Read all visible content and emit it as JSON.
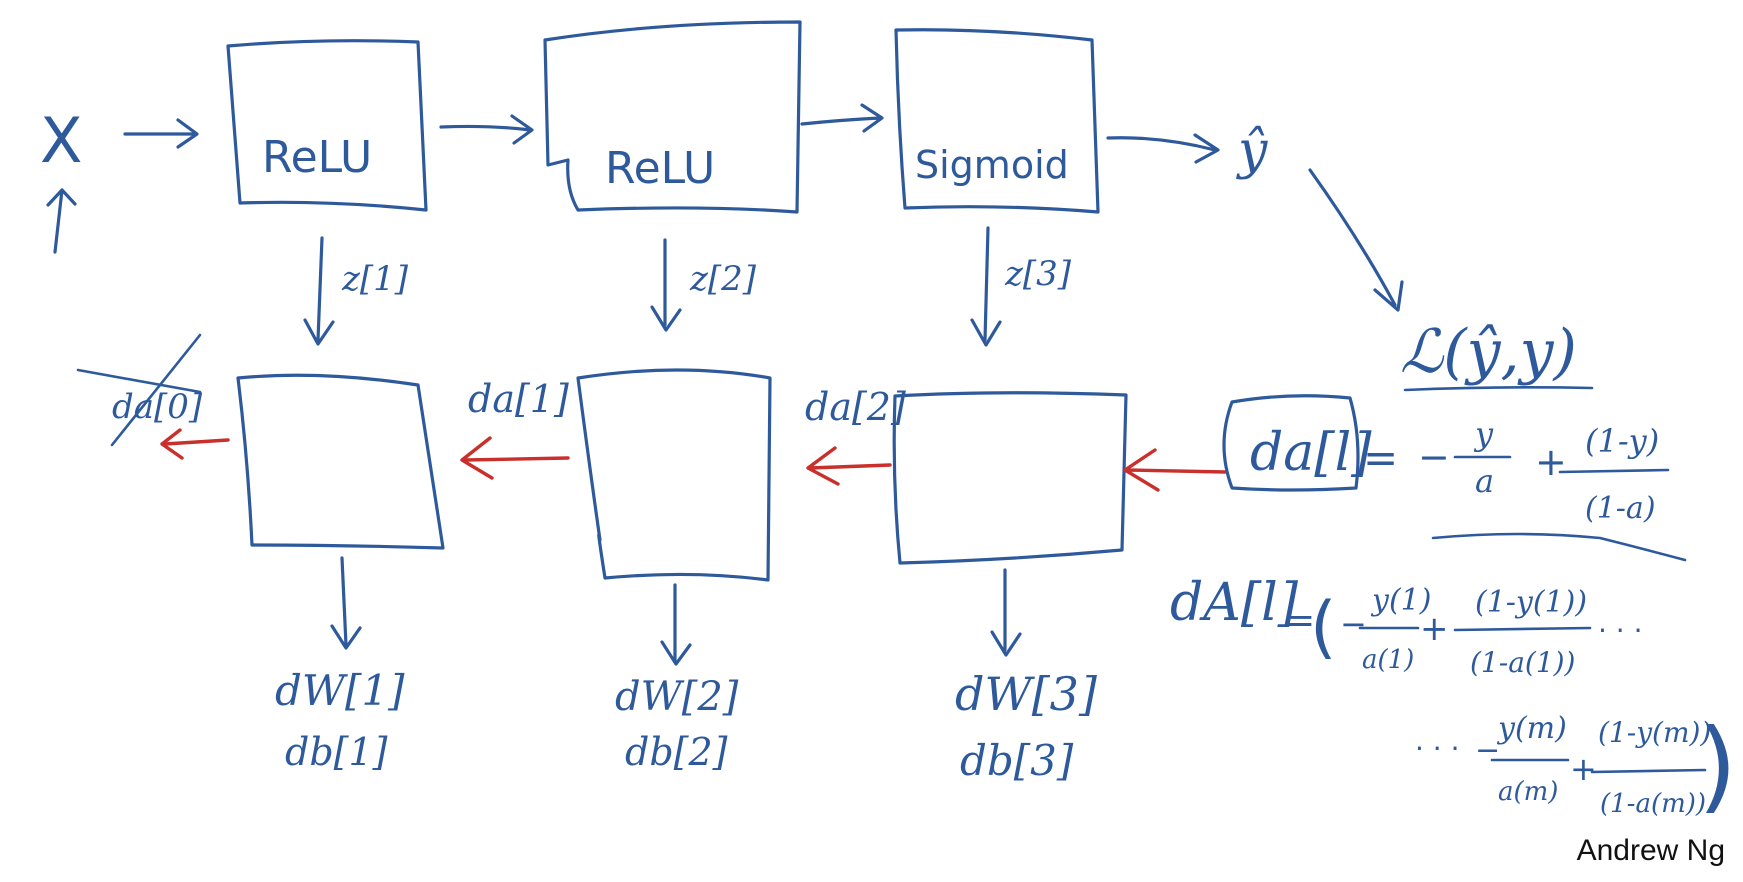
{
  "diagram": {
    "input_label": "X",
    "forward_blocks": [
      {
        "label": "ReLU"
      },
      {
        "label": "ReLU"
      },
      {
        "label": "Sigmoid"
      }
    ],
    "output_label": "ŷ",
    "cache_labels": [
      "z[1]",
      "z[2]",
      "z[3]"
    ],
    "backward_inputs": [
      "da[0]",
      "da[1]",
      "da[2]"
    ],
    "gradient_outputs": [
      {
        "dw": "dW[1]",
        "db": "db[1]"
      },
      {
        "dw": "dW[2]",
        "db": "db[2]"
      },
      {
        "dw": "dW[3]",
        "db": "db[3]"
      }
    ],
    "loss": "ℒ(ŷ,y)",
    "da_final": "da[l]",
    "da_formula": {
      "eq": "=",
      "term1_sign": "−",
      "term1_num": "y",
      "term1_den": "a",
      "term2_sign": "+",
      "term2_num": "(1-y)",
      "term2_den": "(1-a)"
    },
    "dA_formula": {
      "lhs": "dA[l]",
      "eq": "=",
      "open": "(",
      "t1_num": "y(1)",
      "t1_den": "a(1)",
      "t1_sign": "−",
      "plus1": "+",
      "t2_num": "(1-y(1))",
      "t2_den": "(1-a(1))",
      "dots1": "· · ·",
      "dots2": "· · ·",
      "t3_sign": "−",
      "t3_num": "y(m)",
      "t3_den": "a(m)",
      "plus2": "+",
      "t4_num": "(1-y(m))",
      "t4_den": "(1-a(m))",
      "close": ")"
    },
    "credit": "Andrew Ng"
  },
  "colors": {
    "ink": "#2e5a9c",
    "red_arrow": "#c9302c",
    "background": "#ffffff"
  }
}
